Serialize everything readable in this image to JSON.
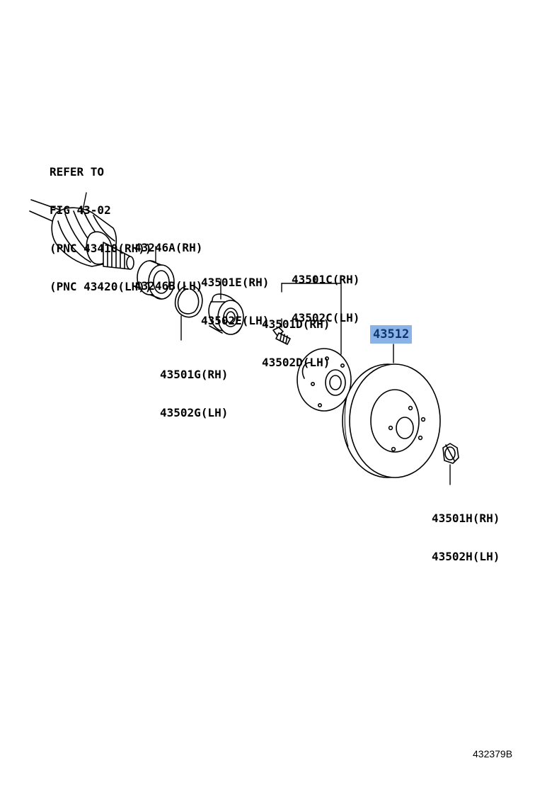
{
  "refer": {
    "line1": "REFER TO",
    "line2": "FIG 43-02",
    "line3": "(PNC 43410(RH))",
    "line4": "(PNC 43420(LH))"
  },
  "parts": {
    "seal": {
      "rh": "43246A(RH)",
      "lh": "43246B(LH)"
    },
    "bearing": {
      "rh": "43501E(RH)",
      "lh": "43502E(LH)"
    },
    "snap_ring": {
      "rh": "43501G(RH)",
      "lh": "43502G(LH)"
    },
    "hub": {
      "rh": "43501C(RH)",
      "lh": "43502C(LH)"
    },
    "hub_bolt": {
      "rh": "43501D(RH)",
      "lh": "43502D(LH)"
    },
    "disc": {
      "number": "43512"
    },
    "nut": {
      "rh": "43501H(RH)",
      "lh": "43502H(LH)"
    }
  },
  "highlight_color": "#8ab4e8",
  "figure_id": "432379B"
}
